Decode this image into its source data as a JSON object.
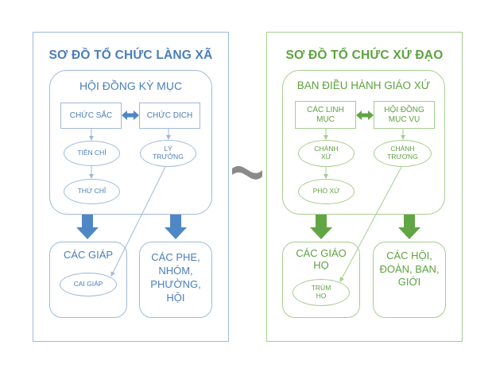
{
  "colors": {
    "blue": "#4a7eb9",
    "blue_line": "#9fb9da",
    "blue_arrow": "#4f87c6",
    "green": "#5da23e",
    "green_line": "#a5cd8f",
    "green_arrow": "#62a544",
    "tilde": "#8a8a8a"
  },
  "left": {
    "title": "SƠ ĐỒ TỔ CHỨC LÀNG XÃ",
    "council": "HỘI ĐỒNG KỲ MỤC",
    "box_a": "CHỨC SẮC",
    "box_b": "CHỨC DỊCH",
    "oval_1": "TIÊN CHỈ",
    "oval_2": "THỨ CHỈ",
    "oval_3": "LÝ\nTRƯỞNG",
    "group_1": "CÁC GIÁP",
    "group_1_oval": "CAI GIÁP",
    "group_2": "CÁC PHE,\nNHÓM,\nPHƯỜNG,\nHỘI"
  },
  "right": {
    "title": "SƠ ĐỒ TỔ CHỨC XỨ ĐẠO",
    "council": "BAN ĐIỀU HÀNH GIÁO XỨ",
    "box_a": "CÁC LINH\nMỤC",
    "box_b": "HỘI ĐỒNG\nMỤC VỤ",
    "oval_1": "CHÁNH\nXỨ",
    "oval_2": "PHÓ XỨ",
    "oval_3": "CHÁNH\nTRƯƠNG",
    "group_1": "CÁC GIÁO\nHỌ",
    "group_1_oval": "TRÙM\nHỌ",
    "group_2": "CÁC HỘI,\nĐOÀN, BAN,\nGIỚI"
  },
  "separator_icon": "wavy-tilde-icon"
}
